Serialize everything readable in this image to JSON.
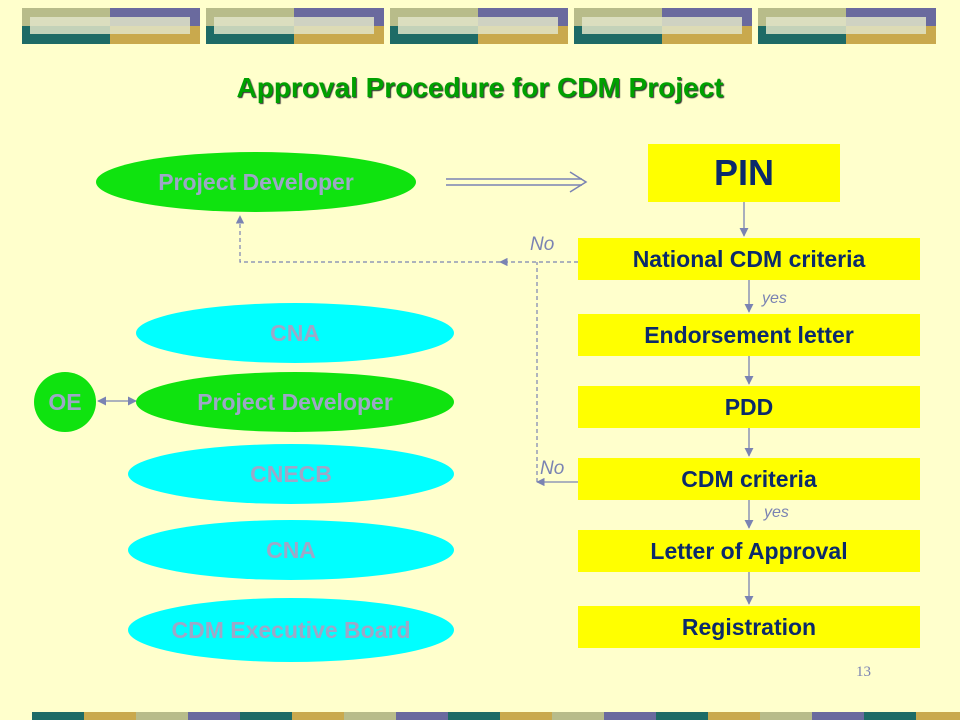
{
  "title": "Approval Procedure for CDM Project",
  "page_number": "13",
  "flow": {
    "pin": "PIN",
    "national_criteria": "National CDM criteria",
    "endorsement": "Endorsement letter",
    "pdd": "PDD",
    "cdm_criteria": "CDM criteria",
    "letter_approval": "Letter of Approval",
    "registration": "Registration"
  },
  "actors": {
    "project_developer_top": "Project Developer",
    "cna_1": "CNA",
    "oe": "OE",
    "project_developer_mid": "Project Developer",
    "cnecb": "CNECB",
    "cna_2": "CNA",
    "executive_board": "CDM Executive Board"
  },
  "labels": {
    "no_1": "No",
    "yes_1": "yes",
    "no_2": "No",
    "yes_2": "yes"
  },
  "colors": {
    "background": "#FFFFCC",
    "box_fill": "#FFFF00",
    "box_text": "#0B2A6B",
    "green_oval": "#0FE30F",
    "cyan_oval": "#00FFFF",
    "title": "#00A000",
    "arrow": "#7A83B3"
  }
}
